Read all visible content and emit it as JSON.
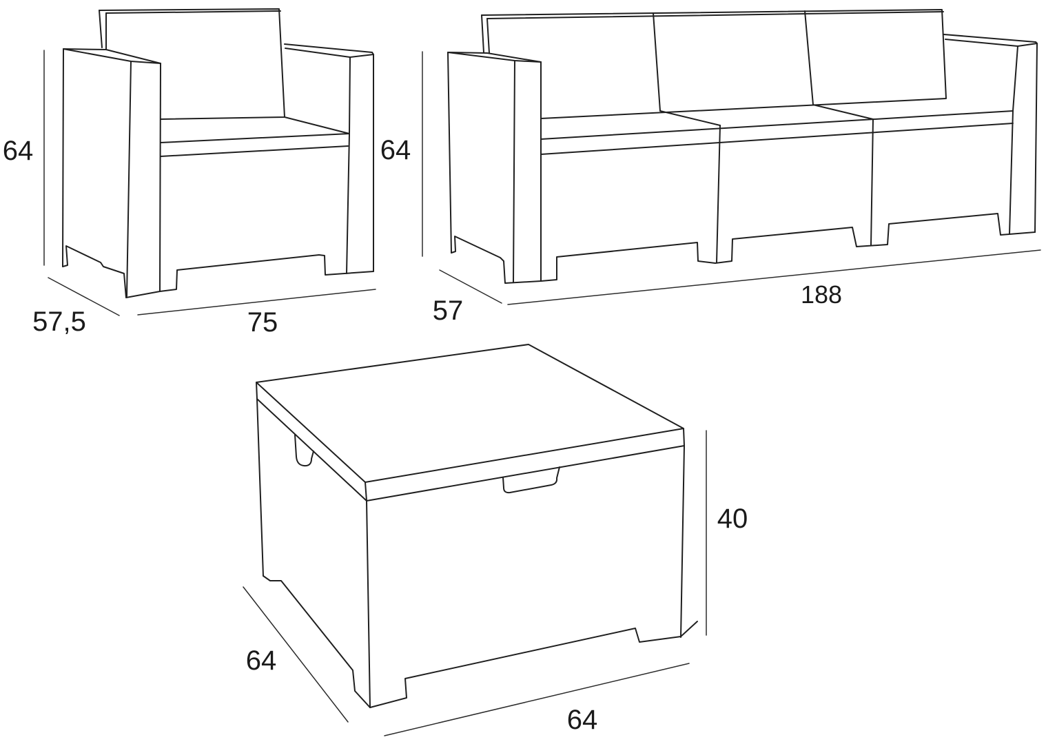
{
  "canvas": {
    "background": "#ffffff",
    "ink": "#1f1f1f"
  },
  "diagram": {
    "type": "furniture-dimension-drawing",
    "items": [
      {
        "id": "armchair",
        "dimensions": {
          "height": "64",
          "depth": "57,5",
          "width": "75"
        }
      },
      {
        "id": "three-seat-sofa",
        "dimensions": {
          "height": "64",
          "depth": "57",
          "width": "188"
        }
      },
      {
        "id": "storage-table",
        "dimensions": {
          "height": "40",
          "depth": "64",
          "width": "64"
        }
      }
    ]
  }
}
